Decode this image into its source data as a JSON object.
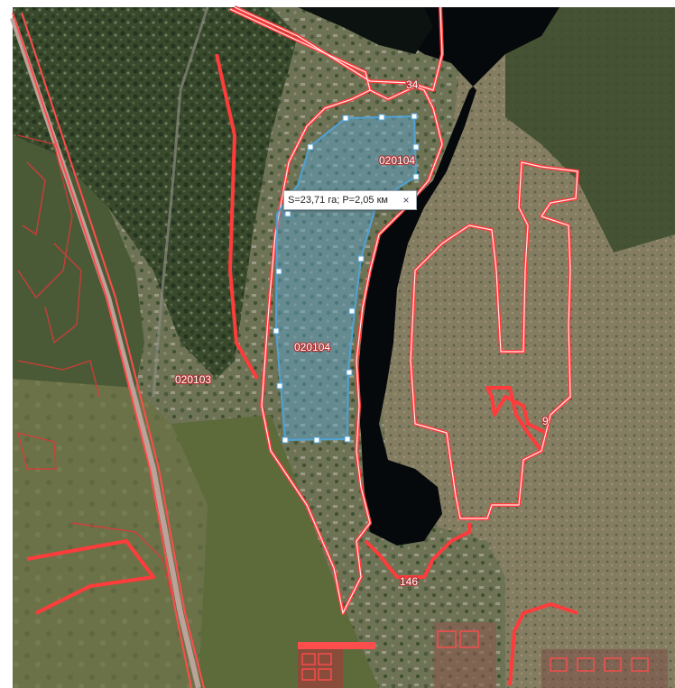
{
  "map": {
    "parcel_labels": {
      "label_upper": "020104",
      "label_center": "020104",
      "label_left": "020103",
      "label_right": "9",
      "label_top": "34",
      "label_bottom": "146"
    },
    "measurement": {
      "text": "S=23,71 га; P=2,05 км",
      "close_glyph": "×"
    },
    "colors": {
      "parcel_border": "#ff3b3b",
      "parcel_fill_selection": "#5aa9d8",
      "water": "#06090c",
      "vegetation_dark": "#24361f",
      "vegetation_light": "#6f7a55"
    }
  }
}
